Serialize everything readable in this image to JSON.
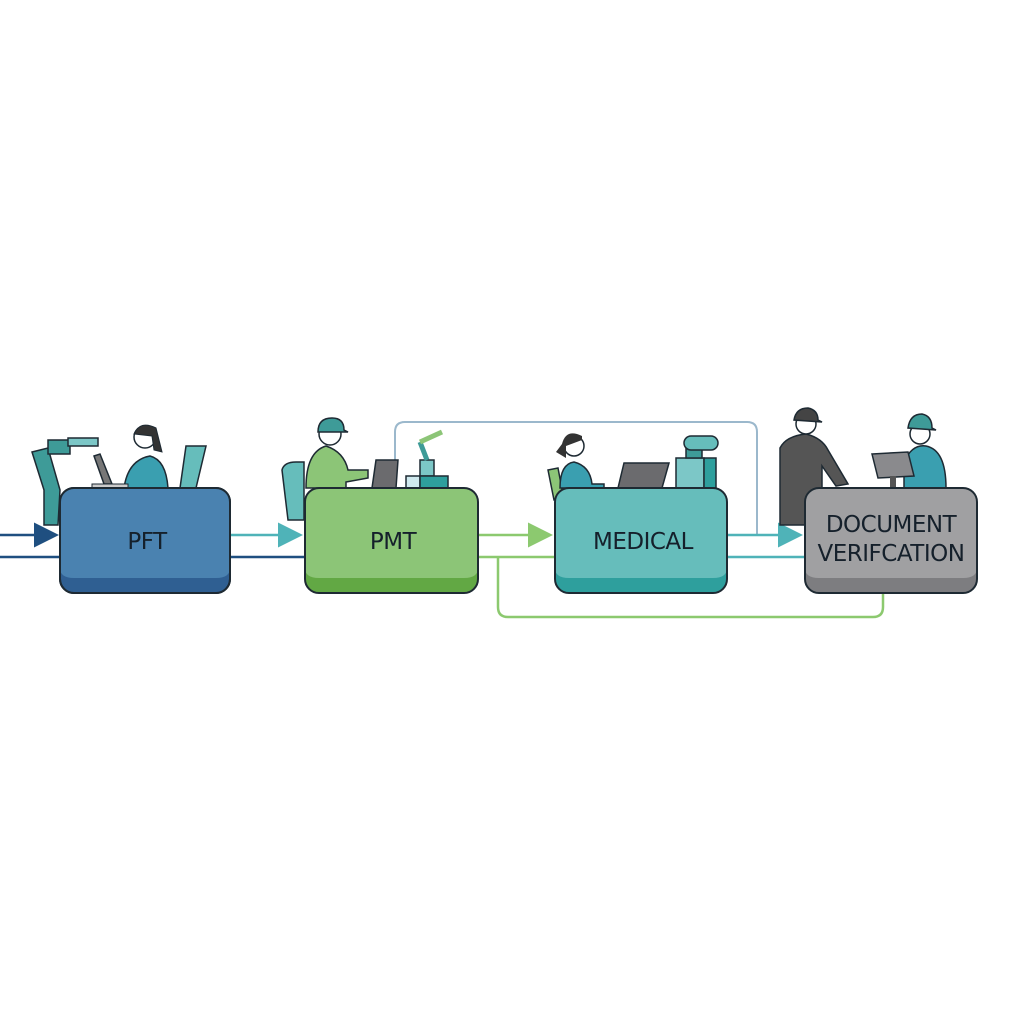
{
  "stages": [
    {
      "label": "PFT",
      "color": "#4a82b0",
      "shade": "#2f5f92"
    },
    {
      "label": "PMT",
      "color": "#8cc577",
      "shade": "#62a844"
    },
    {
      "label": "MEDICAL",
      "color": "#66bdbb",
      "shade": "#2e9f9d"
    },
    {
      "label_line1": "DOCUMENT",
      "label_line2": "VERIFCATION",
      "color": "#a0a0a2",
      "shade": "#7d7d80"
    }
  ],
  "colors": {
    "dark_blue": "#1f4f80",
    "teal": "#4fb3b8",
    "green": "#8cc96f",
    "loop_blue": "#9bb8cc",
    "outline": "#1e2a33"
  }
}
